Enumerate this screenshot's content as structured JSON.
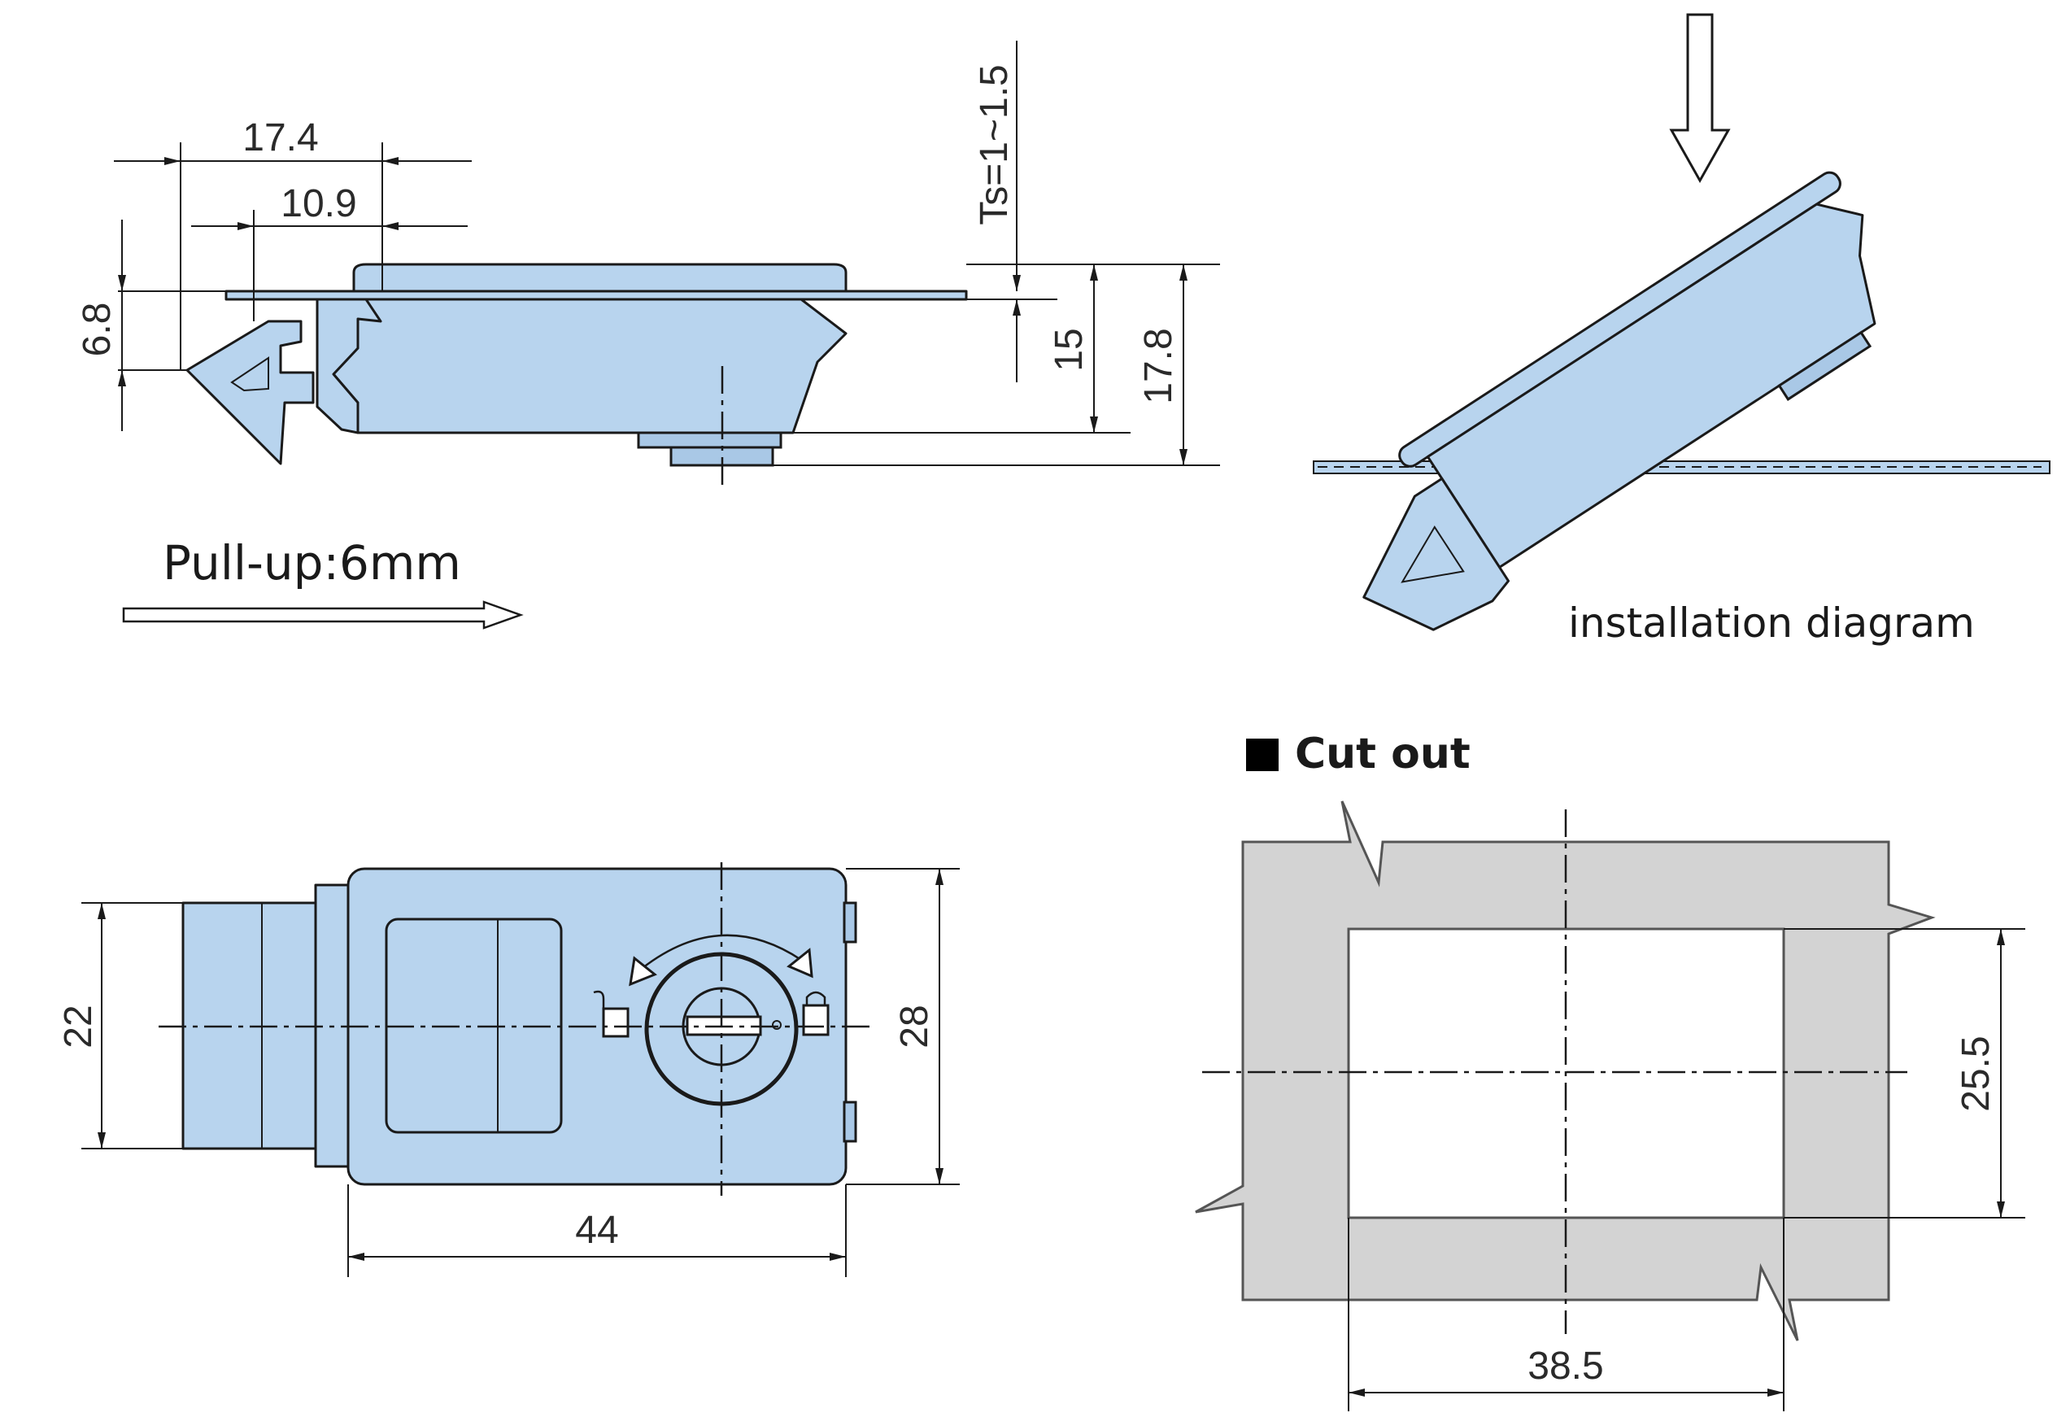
{
  "side_view": {
    "dim_17_4": "17.4",
    "dim_10_9": "10.9",
    "dim_6_8": "6.8",
    "dim_ts": "Ts=1~1.5",
    "dim_15": "15",
    "dim_17_8": "17.8",
    "pull_up_label": "Pull-up:6mm"
  },
  "installation": {
    "caption": "installation diagram"
  },
  "front_view": {
    "dim_22": "22",
    "dim_28": "28",
    "dim_44": "44"
  },
  "cutout": {
    "title": "Cut out",
    "dim_25_5": "25.5",
    "dim_38_5": "38.5"
  },
  "colors": {
    "part_fill": "#b8d4ee",
    "cutout_fill": "#d3d3d3",
    "line": "#1a1a1a"
  }
}
